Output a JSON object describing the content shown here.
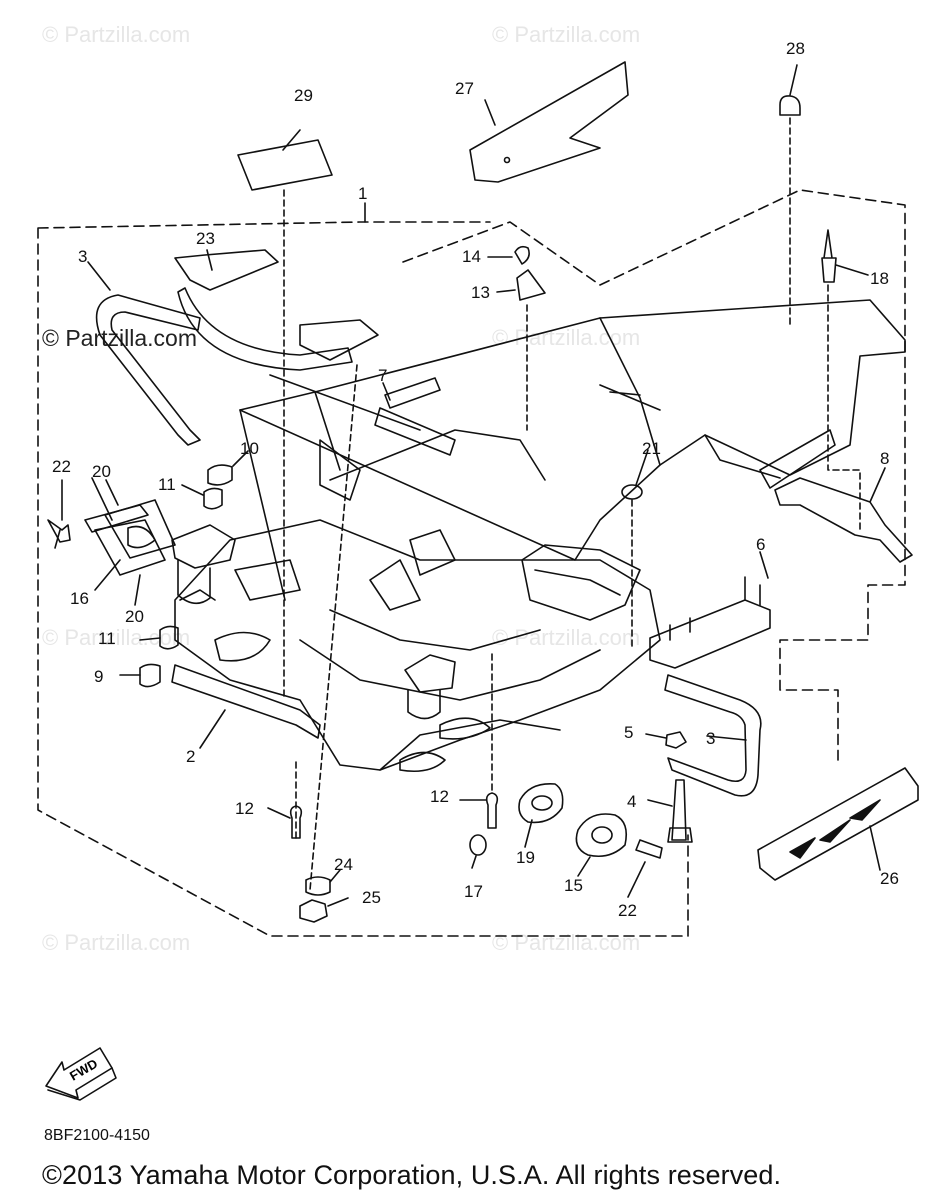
{
  "watermark": "© Partzilla.com",
  "callouts": [
    "1",
    "2",
    "3",
    "3",
    "4",
    "5",
    "6",
    "7",
    "8",
    "9",
    "10",
    "11",
    "11",
    "12",
    "12",
    "13",
    "14",
    "15",
    "16",
    "17",
    "18",
    "19",
    "20",
    "20",
    "21",
    "22",
    "22",
    "23",
    "24",
    "25",
    "26",
    "27",
    "28",
    "29"
  ],
  "fwd_label": "FWD",
  "part_code": "8BF2100-4150",
  "copyright": "©2013 Yamaha Motor Corporation, U.S.A. All rights reserved."
}
